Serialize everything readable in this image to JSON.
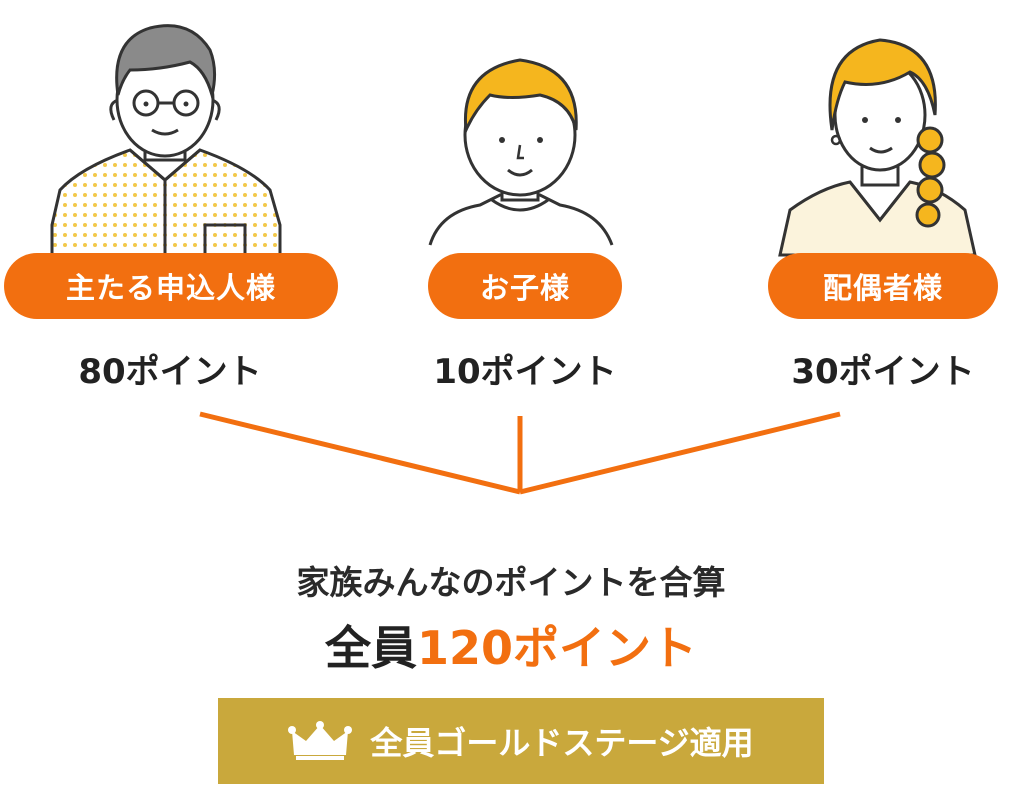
{
  "colors": {
    "accent": "#f26f10",
    "gold": "#c9a83c",
    "yellow": "#f5b61e",
    "line": "#333333",
    "dots": "#f2c84a"
  },
  "members": [
    {
      "role": "主たる申込人様",
      "points": "80ポイント",
      "avatar": "man-with-glasses-icon"
    },
    {
      "role": "お子様",
      "points": "10ポイント",
      "avatar": "child-icon"
    },
    {
      "role": "配偶者様",
      "points": "30ポイント",
      "avatar": "woman-icon"
    }
  ],
  "summary": {
    "title": "家族みんなのポイントを合算",
    "total_prefix": "全員",
    "total_value": "120ポイント"
  },
  "badge": {
    "icon": "crown-icon",
    "label": "全員ゴールドステージ適用"
  }
}
